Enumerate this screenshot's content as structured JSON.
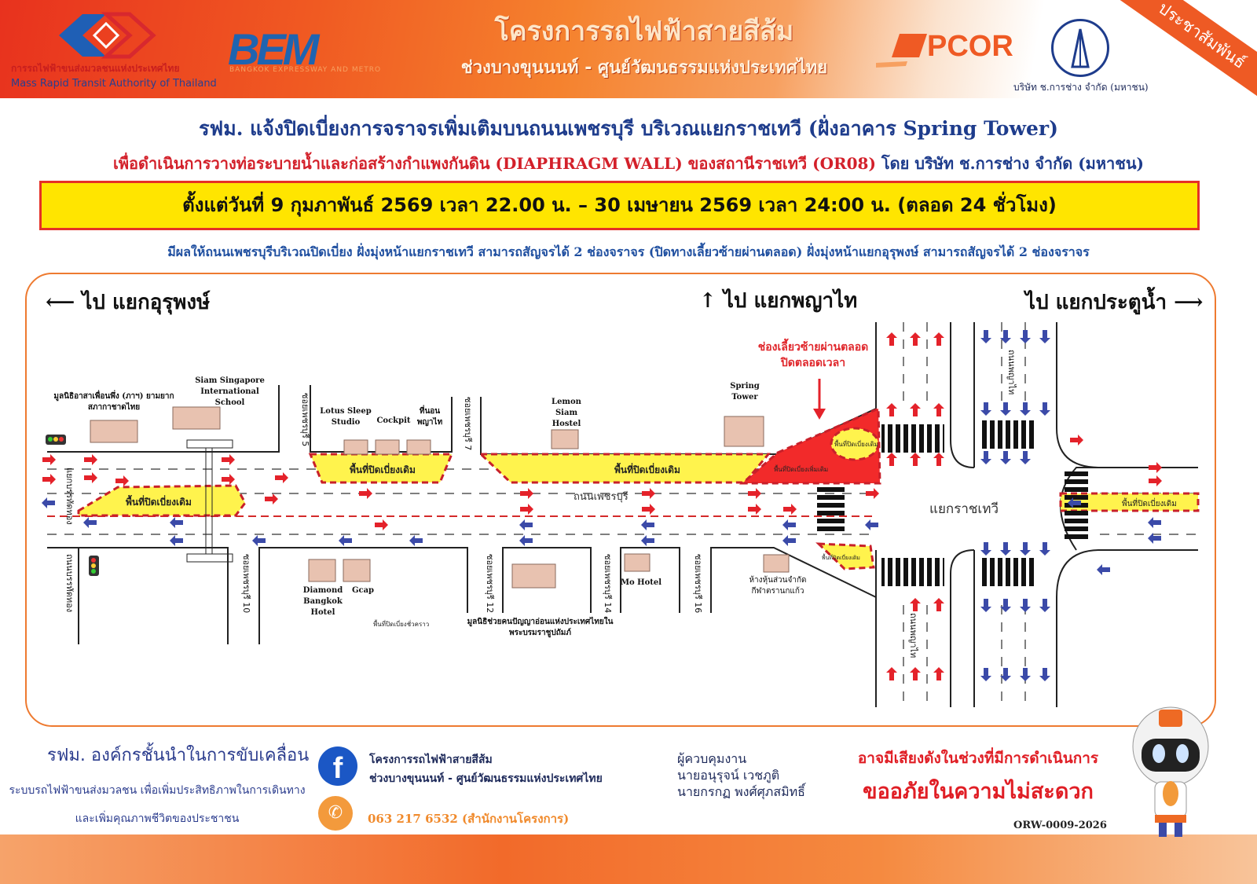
{
  "header": {
    "mrta_name_th": "การรถไฟฟ้าขนส่งมวลชนแห่งประเทศไทย",
    "mrta_name_en": "Mass Rapid Transit Authority of Thailand",
    "bem_logo": "BEM",
    "bem_sub": "BANGKOK EXPRESSWAY AND METRO",
    "title_line1": "โครงการรถไฟฟ้าสายสีส้ม",
    "title_line2": "ช่วงบางขุนนนท์ - ศูนย์วัฒนธรรมแห่งประเทศไทย",
    "pcor_logo": "PCOR",
    "ck_caption": "บริษัท ช.การช่าง จำกัด (มหาชน)",
    "ribbon": "ประชาสัมพันธ์"
  },
  "notice": {
    "line1_blue": "รฟม. แจ้งปิดเบี่ยงการจราจรเพิ่มเติมบนถนนเพชรบุรี บริเวณแยกราชเทวี (ฝั่งอาคาร Spring Tower)",
    "line2_red": "เพื่อดำเนินการวางท่อระบายน้ำและก่อสร้างกำแพงกันดิน (DIAPHRAGM WALL) ของสถานีราชเทวี (OR08)",
    "line2_blue": "โดย บริษัท ช.การช่าง จำกัด (มหาชน)",
    "date_range": "ตั้งแต่วันที่ 9 กุมภาพันธ์ 2569 เวลา 22.00 น. – 30 เมษายน 2569 เวลา 24:00 น. (ตลอด 24 ชั่วโมง)",
    "effect": "มีผลให้ถนนเพชรบุรีบริเวณปิดเบี่ยง ฝั่งมุ่งหน้าแยกราชเทวี สามารถสัญจรได้ 2 ช่องจราจร (ปิดทางเลี้ยวซ้ายผ่านตลอด) ฝั่งมุ่งหน้าแยกอุรุพงษ์ สามารถสัญจรได้ 2 ช่องจราจร"
  },
  "map": {
    "dir_left": "ไป แยกอุรุพงษ์",
    "dir_up": "ไป แยกพญาไท",
    "dir_right": "ไป แยกประตูน้ำ",
    "closed_note_1": "ช่องเลี้ยวซ้ายผ่านตลอด",
    "closed_note_2": "ปิดตลอดเวลา",
    "road_main": "ถนนเพชรบุรี",
    "intersection": "แยกราชเทวี",
    "road_phayathai_top": "ถนนพญาไท",
    "road_phayathai_bottom": "ถนนพญาไท",
    "road_banthat": "ถนนบรรทัดทอง",
    "road_banthat_top": "แยกบรรทัดทอง",
    "closure_existing": "พื้นที่ปิดเบี่ยงเดิม",
    "closure_added": "พื้นที่ปิดเบี่ยงเพิ่มเติม",
    "closure_temp": "พื้นที่ปิดเบี่ยงชั่วคราว",
    "sois": [
      "ซอยเพชรบุรี 5",
      "ซอยเพชรบุรี 7",
      "ซอยเพชรบุรี 10",
      "ซอยเพชรบุรี 12",
      "ซอยเพชรบุรี 14",
      "ซอยเพชรบุรี 16"
    ],
    "places": {
      "foundation": "มูลนิธิอาสาเพื่อนพึ่ง (ภาฯ) ยามยาก สภากาชาดไทย",
      "school": "Siam Singapore International School",
      "lotus": "Lotus Sleep Studio",
      "cockpit": "Cockpit",
      "phayathai_bed": "ที่นอน พญาไท",
      "lemon": "Lemon Siam Hostel",
      "spring": "Spring Tower",
      "diamond": "Diamond Bangkok Hotel",
      "gcap": "Gcap",
      "mo": "Mo Hotel",
      "disabled_foundation": "มูลนิธิช่วยคนปัญญาอ่อนแห่งประเทศไทยในพระบรมราชูปถัมภ์",
      "partnership": "ห้างหุ้นส่วนจำกัด กีฬาตรานกแก้ว"
    }
  },
  "footer": {
    "slogan_head": "รฟม. องค์กรชั้นนำในการขับเคลื่อน",
    "slogan_1": "ระบบรถไฟฟ้าขนส่งมวลชน เพื่อเพิ่มประสิทธิภาพในการเดินทาง",
    "slogan_2": "และเพิ่มคุณภาพชีวิตของประชาชน",
    "fb_line1": "โครงการรถไฟฟ้าสายสีส้ม",
    "fb_line2": "ช่วงบางขุนนนท์ - ศูนย์วัฒนธรรมแห่งประเทศไทย",
    "phone": "063 217 6532 (สำนักงานโครงการ)",
    "supervisor_title": "ผู้ควบคุมงาน",
    "supervisor_1": "นายอนุรุจน์ เวชภูติ",
    "supervisor_2": "นายกรกฏ พงศ์ศุภสมิทธิ์",
    "warning": "อาจมีเสียงดังในช่วงที่มีการดำเนินการ",
    "apology": "ขออภัยในความไม่สะดวก",
    "doc_no": "ORW-0009-2026"
  },
  "colors": {
    "closure_yellow": "#fff34d",
    "closure_red": "#f22a2a",
    "arrow_red": "#e4222a",
    "arrow_blue": "#3b4aa8",
    "accent_orange": "#ee7a30"
  }
}
